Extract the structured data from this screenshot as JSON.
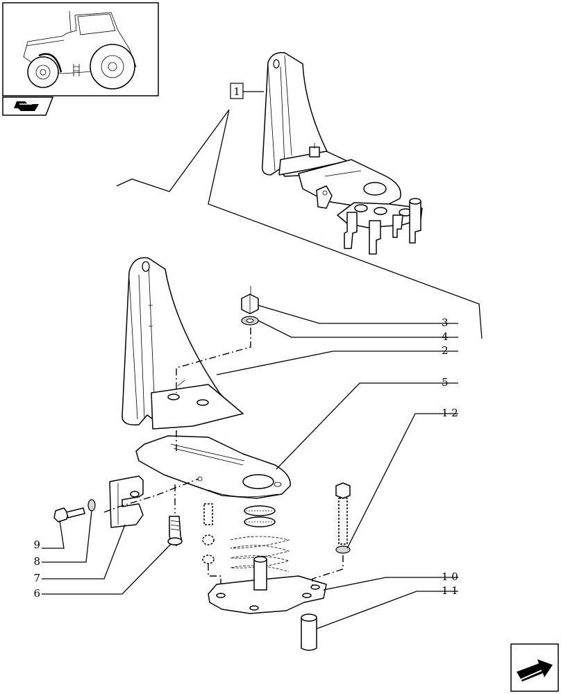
{
  "reference_box": "1",
  "callouts": [
    {
      "id": "c3",
      "text": "3"
    },
    {
      "id": "c4",
      "text": "4"
    },
    {
      "id": "c2",
      "text": "2"
    },
    {
      "id": "c5",
      "text": "5"
    },
    {
      "id": "c12",
      "text": "1 2"
    },
    {
      "id": "c9",
      "text": "9"
    },
    {
      "id": "c8",
      "text": "8"
    },
    {
      "id": "c7",
      "text": "7"
    },
    {
      "id": "c6",
      "text": "6"
    },
    {
      "id": "c10",
      "text": "1 0"
    },
    {
      "id": "c11",
      "text": "1 1"
    }
  ],
  "icons": {
    "thumbnail": "tractor-thumbnail-icon",
    "section_nav": "section-arrow-icon",
    "next_page": "next-page-arrow-icon"
  }
}
